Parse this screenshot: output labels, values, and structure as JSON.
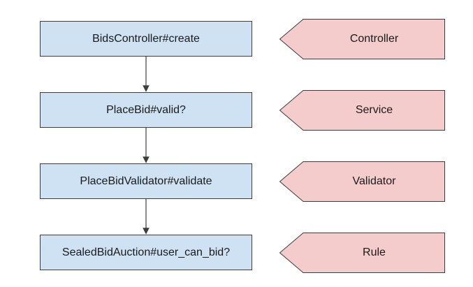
{
  "colors": {
    "step_fill": "#cfe2f3",
    "layer_fill": "#f4cccc",
    "stroke": "#3d3d3d",
    "text": "#1a1a1a"
  },
  "flow": {
    "steps": [
      {
        "label": "BidsController#create"
      },
      {
        "label": "PlaceBid#valid?"
      },
      {
        "label": "PlaceBidValidator#validate"
      },
      {
        "label": "SealedBidAuction#user_can_bid?"
      }
    ]
  },
  "layers": [
    {
      "label": "Controller"
    },
    {
      "label": "Service"
    },
    {
      "label": "Validator"
    },
    {
      "label": "Rule"
    }
  ]
}
